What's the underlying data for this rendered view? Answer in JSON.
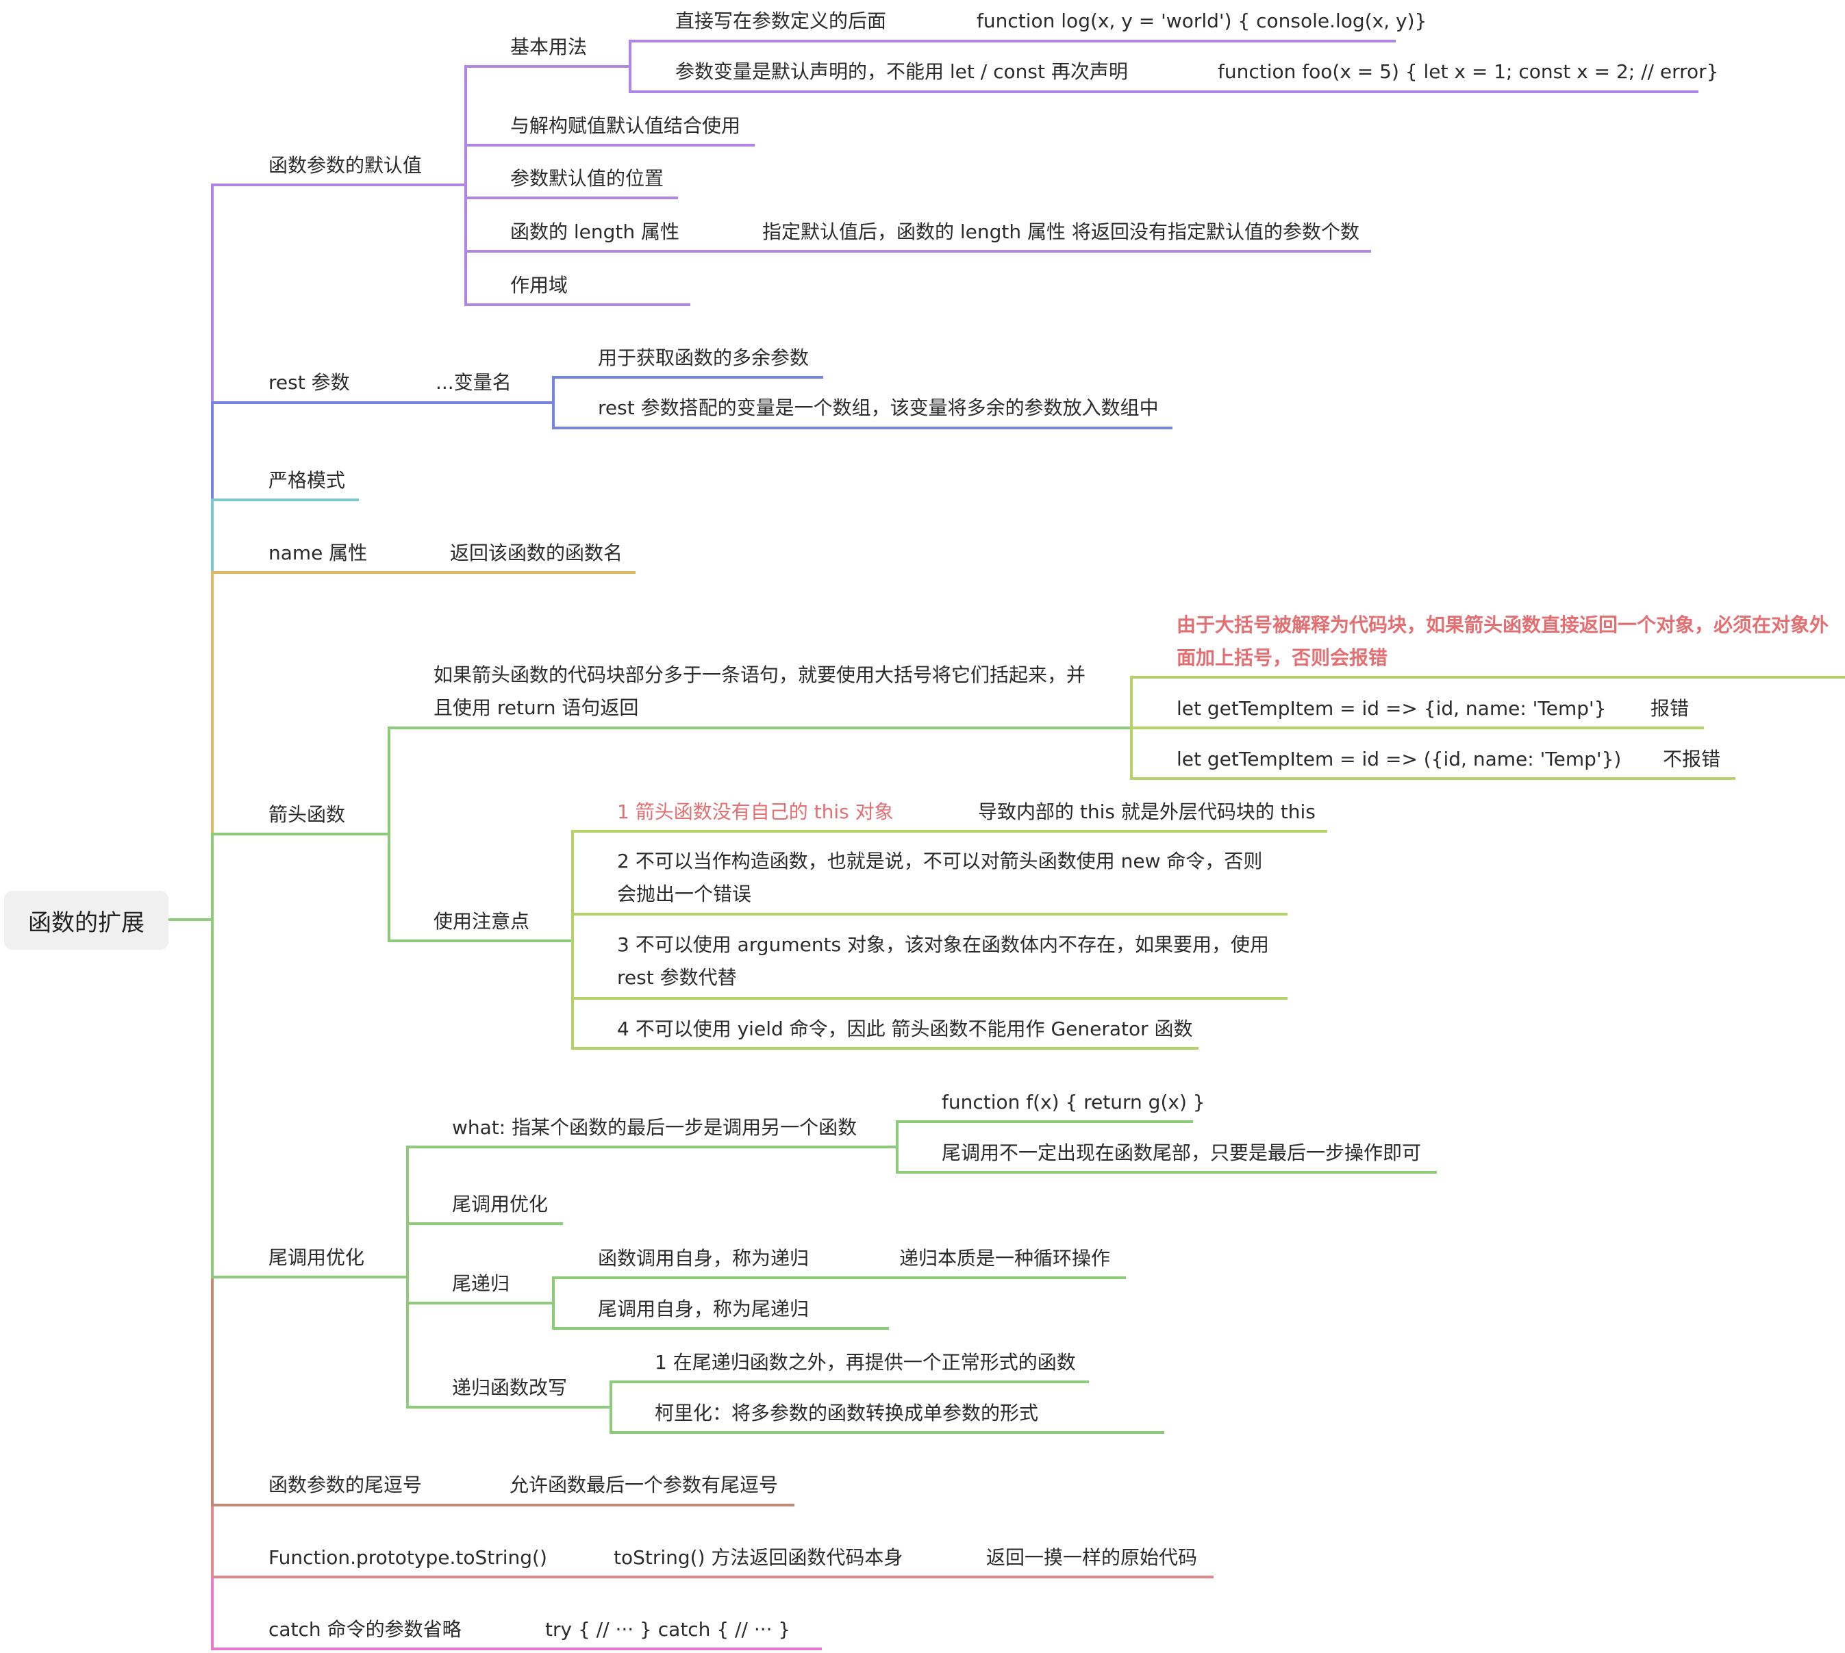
{
  "colors": {
    "purple": "#b185e3",
    "indigo": "#7683df",
    "teal": "#7cc8cd",
    "gold": "#dfb866",
    "green": "#8dcb7a",
    "olive": "#b4d16a",
    "brown": "#c08a77",
    "rose": "#e1888e",
    "pink": "#e57bcb",
    "warn_text": "#e36f72"
  },
  "root": "函数的扩展",
  "defaults": {
    "label": "函数参数的默认值",
    "basic": {
      "label": "基本用法",
      "item1": "直接写在参数定义的后面",
      "item1_code": "function log(x, y = 'world') { console.log(x, y)}",
      "item2": "参数变量是默认声明的，不能用 let / const 再次声明",
      "item2_code": "function foo(x = 5) { let x =  1; const x = 2; // error}"
    },
    "destructure": "与解构赋值默认值结合使用",
    "position": "参数默认值的位置",
    "length": {
      "label": "函数的 length 属性",
      "detail": "指定默认值后，函数的 length 属性 将返回没有指定默认值的参数个数"
    },
    "scope": "作用域"
  },
  "rest": {
    "label": "rest 参数",
    "syntax": "...变量名",
    "item1": "用于获取函数的多余参数",
    "item2": "rest 参数搭配的变量是一个数组，该变量将多余的参数放入数组中"
  },
  "strict": "严格模式",
  "name": {
    "label": "name 属性",
    "detail": "返回该函数的函数名"
  },
  "arrow": {
    "label": "箭头函数",
    "block": {
      "label": "如果箭头函数的代码块部分多于一条语句，就要使用大括号将它们括起来，并且使用 return 语句返回",
      "warn": "由于大括号被解释为代码块，如果箭头函数直接返回一个对象，必须在对象外面加上括号，否则会报错",
      "bad": "let getTempItem = id => {id, name: 'Temp'}",
      "bad_result": "报错",
      "good": "let getTempItem = id => ({id, name: 'Temp'})",
      "good_result": "不报错"
    },
    "notes": {
      "label": "使用注意点",
      "n1": "1 箭头函数没有自己的 this 对象",
      "n1_detail": "导致内部的 this 就是外层代码块的 this",
      "n2": "2 不可以当作构造函数，也就是说，不可以对箭头函数使用 new 命令，否则会抛出一个错误",
      "n3": "3 不可以使用 arguments 对象，该对象在函数体内不存在，如果要用，使用 rest 参数代替",
      "n4": "4 不可以使用 yield 命令，因此 箭头函数不能用作 Generator 函数"
    }
  },
  "tail": {
    "label": "尾调用优化",
    "what": {
      "label": "what: 指某个函数的最后一步是调用另一个函数",
      "code": "function f(x) { return g(x) }",
      "note": "尾调用不一定出现在函数尾部，只要是最后一步操作即可"
    },
    "opt": "尾调用优化",
    "rec": {
      "label": "尾递归",
      "self": "函数调用自身，称为递归",
      "self_note": "递归本质是一种循环操作",
      "tail_self": "尾调用自身，称为尾递归"
    },
    "rewrite": {
      "label": "递归函数改写",
      "r1": "1 在尾递归函数之外，再提供一个正常形式的函数",
      "r2": "柯里化：将多参数的函数转换成单参数的形式"
    }
  },
  "comma": {
    "label": "函数参数的尾逗号",
    "detail": "允许函数最后一个参数有尾逗号"
  },
  "tostring": {
    "label": "Function.prototype.toString()",
    "detail": "toString() 方法返回函数代码本身",
    "detail2": "返回一摸一样的原始代码"
  },
  "catch": {
    "label": "catch 命令的参数省略",
    "code": "try { // ··· } catch { //  ··· }"
  }
}
